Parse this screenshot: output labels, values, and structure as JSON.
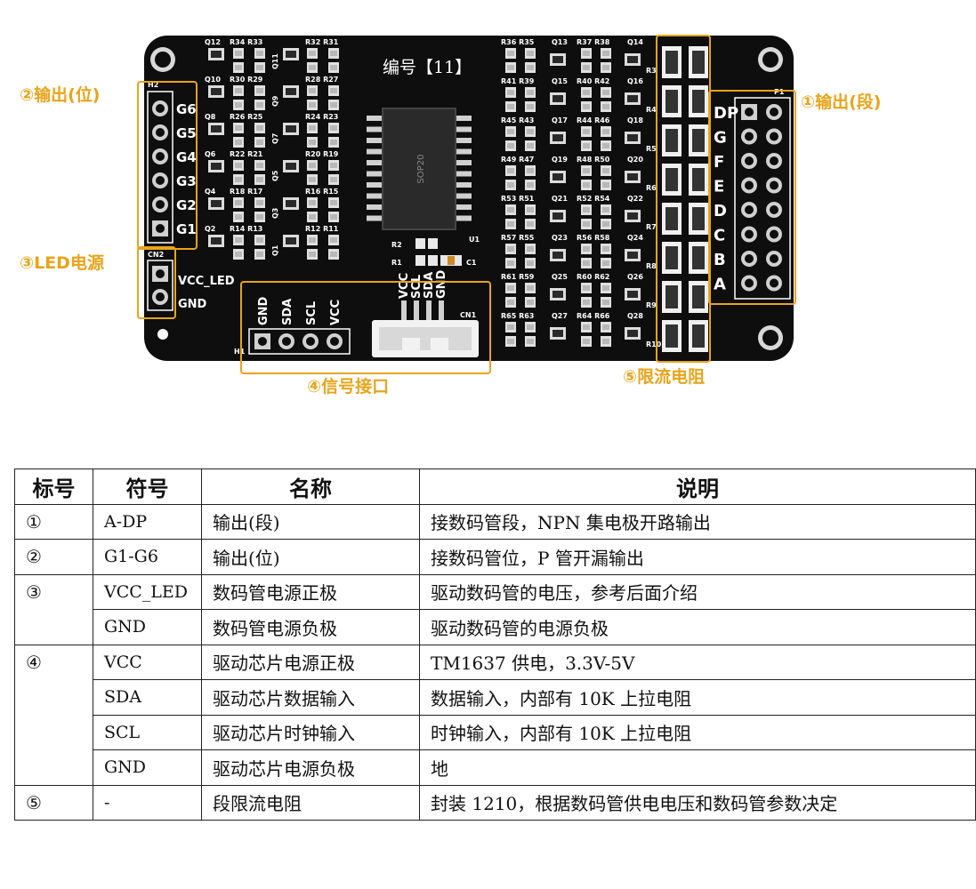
{
  "board": {
    "serial": "编号【11】",
    "chip": "SOP20",
    "chip_ref": "U1",
    "connector_ref": "CN1",
    "power_connector_ref": "CN2",
    "header_ref_left": "H2",
    "header_ref_right": "P1",
    "signal_header_ref": "H1",
    "vcc_led_label": "VCC_LED",
    "gnd_label": "GND",
    "digit_pins": [
      "G6",
      "G5",
      "G4",
      "G3",
      "G2",
      "G1"
    ],
    "segment_pins": [
      "DP",
      "G",
      "F",
      "E",
      "D",
      "C",
      "B",
      "A"
    ],
    "signal_pins": [
      "GND",
      "SDA",
      "SCL",
      "VCC"
    ],
    "cn1_pins": [
      "VCC",
      "SCL",
      "SDA",
      "GND"
    ],
    "res_refs": [
      "R3",
      "R4",
      "R5",
      "R6",
      "R7",
      "R8",
      "R9",
      "R10"
    ],
    "misc_refs": [
      "R2",
      "R1",
      "C1"
    ],
    "left_rows": [
      {
        "q": "Q12",
        "r": "R34 R33",
        "q2": "Q11",
        "r2": "R32 R31"
      },
      {
        "q": "Q10",
        "r": "R30 R29",
        "q2": "Q9",
        "r2": "R28 R27"
      },
      {
        "q": "Q8",
        "r": "R26 R25",
        "q2": "Q7",
        "r2": "R24 R23"
      },
      {
        "q": "Q6",
        "r": "R22 R21",
        "q2": "Q5",
        "r2": "R20 R19"
      },
      {
        "q": "Q4",
        "r": "R18 R17",
        "q2": "Q3",
        "r2": "R16 R15"
      },
      {
        "q": "Q2",
        "r": "R14 R13",
        "q2": "Q1",
        "r2": "R12 R11"
      }
    ],
    "right_rows": [
      {
        "r": "R36 R35",
        "q": "Q13",
        "r2": "R37 R38",
        "q2": "Q14"
      },
      {
        "r": "R41 R39",
        "q": "Q15",
        "r2": "R40 R42",
        "q2": "Q16"
      },
      {
        "r": "R45 R43",
        "q": "Q17",
        "r2": "R44 R46",
        "q2": "Q18"
      },
      {
        "r": "R49 R47",
        "q": "Q19",
        "r2": "R48 R50",
        "q2": "Q20"
      },
      {
        "r": "R53 R51",
        "q": "Q21",
        "r2": "R52 R54",
        "q2": "Q22"
      },
      {
        "r": "R57 R55",
        "q": "Q23",
        "r2": "R56 R58",
        "q2": "Q24"
      },
      {
        "r": "R61 R59",
        "q": "Q25",
        "r2": "R60 R62",
        "q2": "Q26"
      },
      {
        "r": "R65 R63",
        "q": "Q27",
        "r2": "R64 R66",
        "q2": "Q28"
      }
    ]
  },
  "callouts": {
    "segment_output": "①输出(段)",
    "digit_output": "②输出(位)",
    "led_power": "③LED电源",
    "signal_interface": "④信号接口",
    "current_limit": "⑤限流电阻"
  },
  "colors": {
    "callout": "#e8a41a",
    "board": "#111111",
    "silkscreen": "#ffffff"
  },
  "table": {
    "headers": {
      "no": "标号",
      "symbol": "符号",
      "name": "名称",
      "desc": "说明"
    },
    "rows": [
      {
        "no": "①",
        "symbol": "A-DP",
        "name": "输出(段)",
        "desc": "接数码管段，NPN 集电极开路输出"
      },
      {
        "no": "②",
        "symbol": "G1-G6",
        "name": "输出(位)",
        "desc": "接数码管位，P 管开漏输出"
      },
      {
        "no": "③",
        "symbol": "VCC_LED",
        "name": "数码管电源正极",
        "desc": "驱动数码管的电压，参考后面介绍"
      },
      {
        "no": "",
        "symbol": "GND",
        "name": "数码管电源负极",
        "desc": "驱动数码管的电源负极"
      },
      {
        "no": "④",
        "symbol": "VCC",
        "name": "驱动芯片电源正极",
        "desc": "TM1637 供电，3.3V-5V"
      },
      {
        "no": "",
        "symbol": "SDA",
        "name": "驱动芯片数据输入",
        "desc": "数据输入，内部有 10K 上拉电阻"
      },
      {
        "no": "",
        "symbol": "SCL",
        "name": "驱动芯片时钟输入",
        "desc": "时钟输入，内部有 10K 上拉电阻"
      },
      {
        "no": "",
        "symbol": "GND",
        "name": "驱动芯片电源负极",
        "desc": "地"
      },
      {
        "no": "⑤",
        "symbol": "-",
        "name": "段限流电阻",
        "desc": "封装 1210，根据数码管供电电压和数码管参数决定"
      }
    ]
  }
}
